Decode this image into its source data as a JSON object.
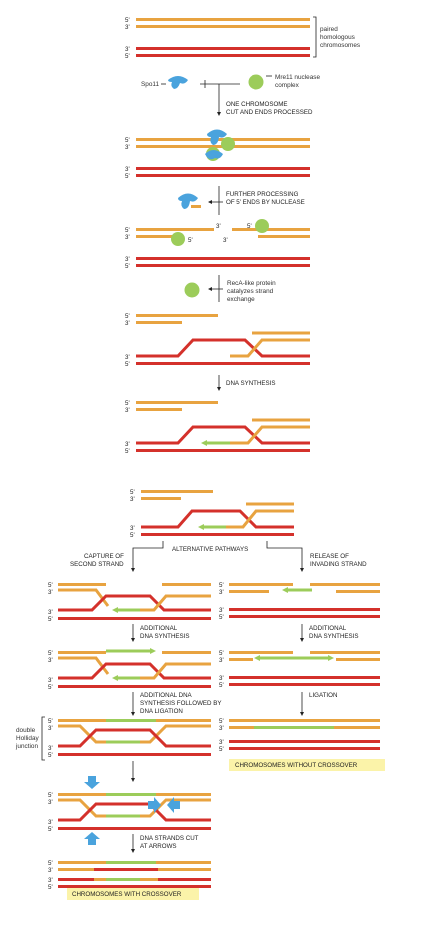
{
  "end_labels": {
    "five_prime": "5'",
    "three_prime": "3'"
  },
  "labels": {
    "paired_homologous": [
      "paired",
      "homologous",
      "chromosomes"
    ],
    "spo11": "Spo11",
    "mre11": [
      "Mre11 nuclease",
      "complex"
    ],
    "one_chromosome_cut": [
      "ONE CHROMOSOME",
      "CUT AND ENDS PROCESSED"
    ],
    "further_processing": [
      "FURTHER PROCESSING",
      "OF 5' ENDS BY NUCLEASE"
    ],
    "reca": [
      "RecA-like protein",
      "catalyzes strand",
      "exchange"
    ],
    "dna_synthesis": "DNA SYNTHESIS",
    "alternative_pathways": "ALTERNATIVE PATHWAYS",
    "capture_second_strand": [
      "CAPTURE OF",
      "SECOND STRAND"
    ],
    "release_invading_strand": [
      "RELEASE OF",
      "INVADING STRAND"
    ],
    "additional_synthesis": [
      "ADDITIONAL",
      "DNA SYNTHESIS"
    ],
    "additional_ligation": [
      "ADDITIONAL DNA",
      "SYNTHESIS FOLLOWED BY",
      "DNA LIGATION"
    ],
    "ligation": "LIGATION",
    "double_holliday": [
      "double",
      "Holliday",
      "junction"
    ],
    "strands_cut": [
      "DNA STRANDS CUT",
      "AT ARROWS"
    ],
    "without_crossover": "CHROMOSOMES WITHOUT CROSSOVER",
    "with_crossover": "CHROMOSOMES WITH CROSSOVER"
  },
  "colors": {
    "orange": "#e8a340",
    "red": "#d4312b",
    "green": "#9ccc5a",
    "blue": "#4aa3dd",
    "highlight": "#fbf3a9"
  }
}
